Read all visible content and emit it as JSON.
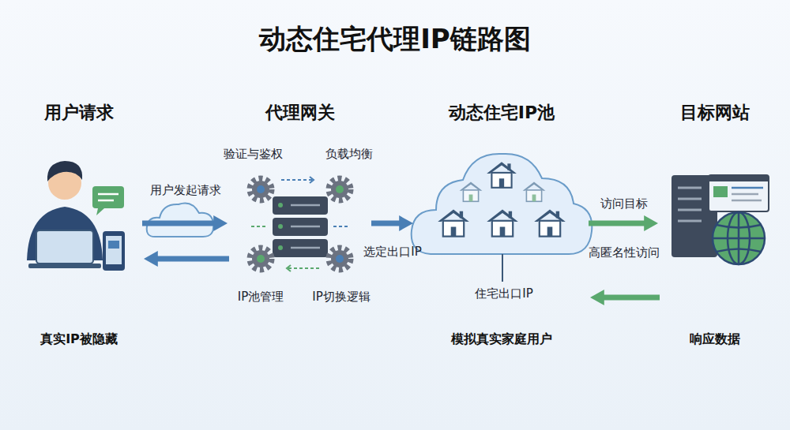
{
  "diagram": {
    "title": "动态住宅代理IP链路图",
    "nodes": [
      {
        "text": [
          "用户请求",
          "真实IP被隐藏"
        ]
      },
      {
        "text": [
          "代理网关"
        ]
      },
      {
        "text": [
          "动态住宅IP池",
          "模拟真实家庭用户"
        ]
      },
      {
        "text": [
          "目标网站",
          "响应数据"
        ]
      }
    ],
    "edges": [
      {
        "from": 0,
        "to": 1,
        "arrow": "to",
        "label": "用户发起请求"
      },
      {
        "from": 1,
        "to": 0,
        "arrow": "to"
      },
      {
        "from": 1,
        "to": 2,
        "arrow": "to",
        "label": "选定出口IP"
      },
      {
        "from": 2,
        "to": 3,
        "arrow": "to",
        "label": "访问目标"
      },
      {
        "from": 3,
        "to": 2,
        "arrow": "to"
      }
    ],
    "labels": [
      "验证与鉴权",
      "负载均衡",
      "IP池管理",
      "IP切换逻辑",
      "住宅出口IP",
      "高匿名性访问"
    ]
  }
}
